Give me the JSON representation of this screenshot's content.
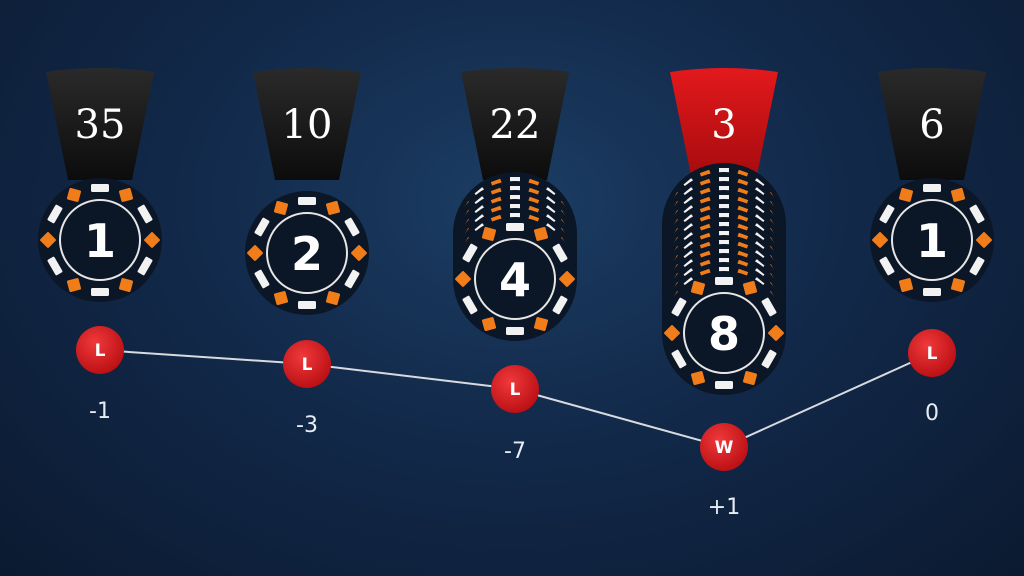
{
  "colors": {
    "background": "#12294a",
    "tab_dark": "#141414",
    "tab_win": "#c50f12",
    "chip_face": "#0b1626",
    "chip_white": "#f2f2f2",
    "chip_orange": "#f07d1a",
    "marker_red": "#d41317",
    "line": "#d7dbe0"
  },
  "rounds": [
    {
      "spin": "35",
      "bet": "1",
      "result": "L",
      "balance": "-1",
      "win": false
    },
    {
      "spin": "10",
      "bet": "2",
      "result": "L",
      "balance": "-3",
      "win": false
    },
    {
      "spin": "22",
      "bet": "4",
      "result": "L",
      "balance": "-7",
      "win": false
    },
    {
      "spin": "3",
      "bet": "8",
      "result": "W",
      "balance": "+1",
      "win": true
    },
    {
      "spin": "6",
      "bet": "1",
      "result": "L",
      "balance": "0",
      "win": false
    }
  ]
}
